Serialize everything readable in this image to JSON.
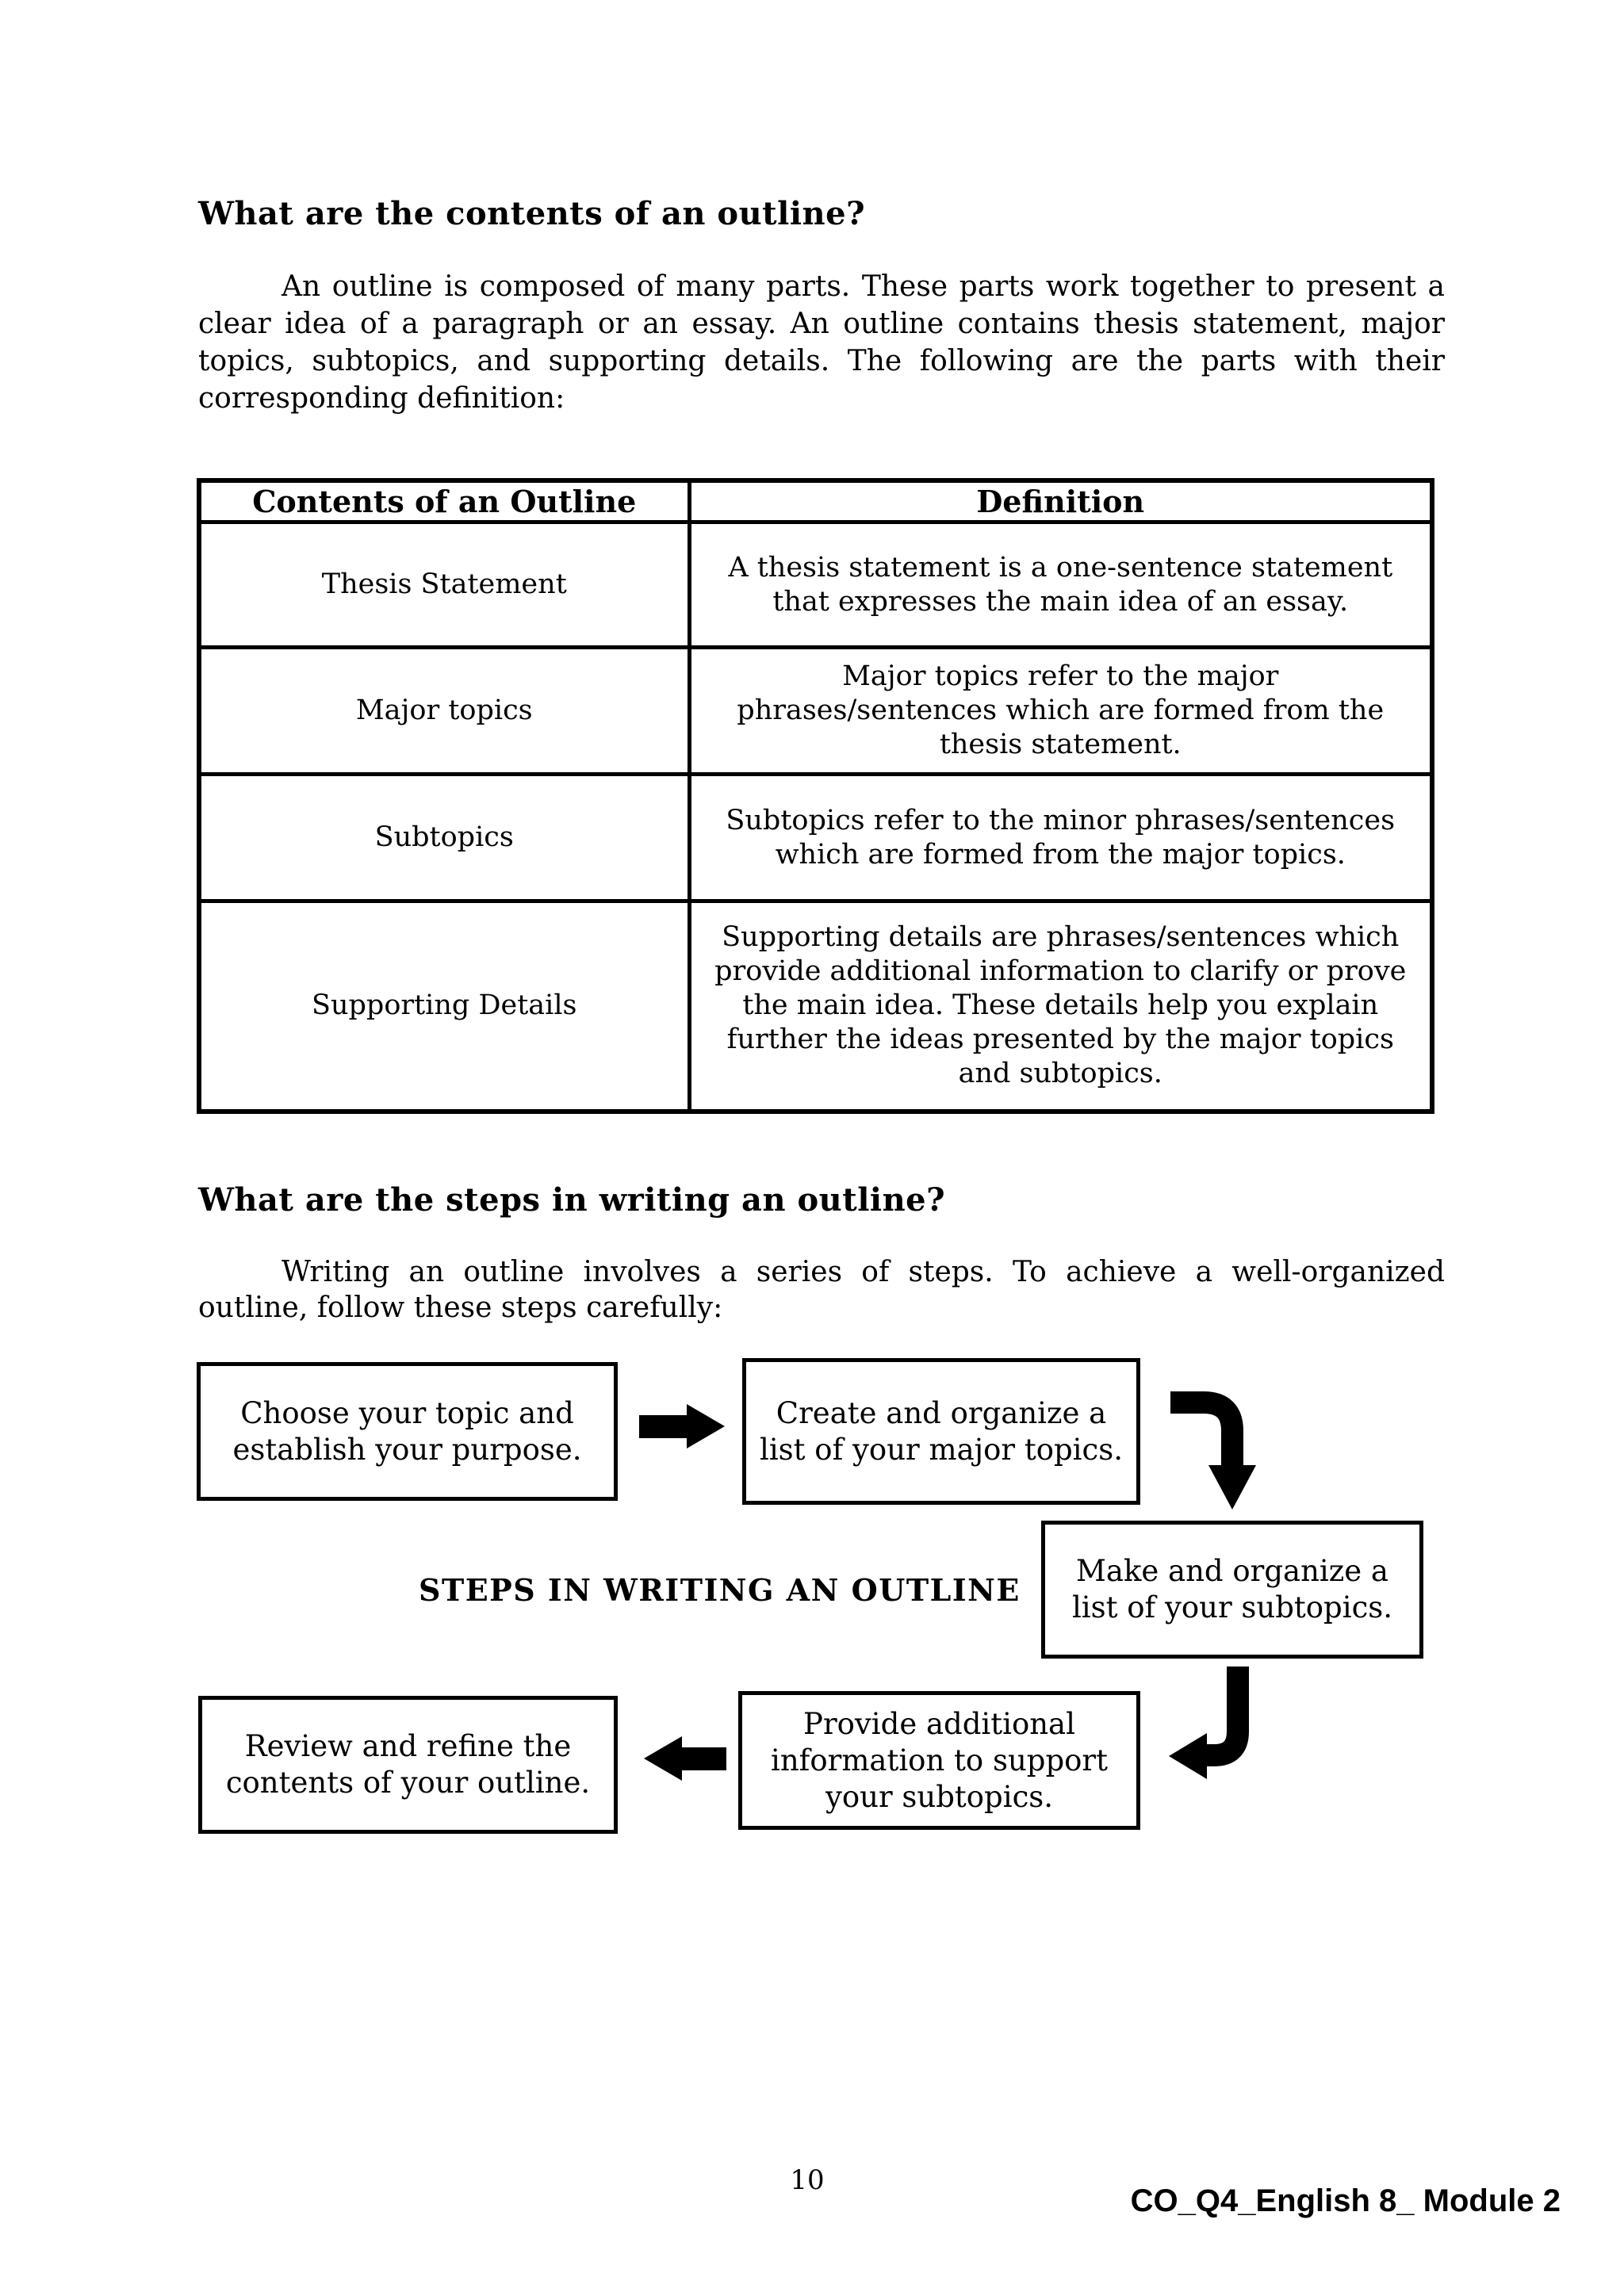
{
  "colors": {
    "ink": "#000000",
    "paper": "#ffffff"
  },
  "section1": {
    "heading": "What are the contents of an outline?",
    "paragraph_lines": [
      "An outline is composed of many parts. These parts work together to present a",
      "clear idea of a paragraph or an essay. An outline contains thesis statement, major",
      "topics, subtopics, and supporting details. The following are the parts with their",
      "corresponding definition:"
    ]
  },
  "table": {
    "headers": [
      "Contents of an Outline",
      "Definition"
    ],
    "rows": [
      {
        "term": "Thesis Statement",
        "definition_lines": [
          "A thesis statement is a one-sentence statement",
          "that expresses the main idea of an essay."
        ]
      },
      {
        "term": "Major topics",
        "definition_lines": [
          "Major topics refer to the major",
          "phrases/sentences which are formed from the",
          "thesis statement."
        ]
      },
      {
        "term": "Subtopics",
        "definition_lines": [
          "Subtopics refer to the minor phrases/sentences",
          "which are formed from the major topics."
        ]
      },
      {
        "term": "Supporting Details",
        "definition_lines": [
          "Supporting details are phrases/sentences which",
          "provide additional information to clarify or prove",
          "the main idea. These details help you explain",
          "further the ideas presented by the major topics",
          "and subtopics."
        ]
      }
    ]
  },
  "section2": {
    "heading": "What are the steps in writing an outline?",
    "paragraph_lines": [
      "Writing an outline involves a series of steps. To achieve a well-organized",
      "outline, follow these steps carefully:"
    ]
  },
  "flowchart": {
    "title": "STEPS IN WRITING AN OUTLINE",
    "steps": [
      {
        "lines": [
          "Choose your topic and",
          "establish your purpose."
        ]
      },
      {
        "lines": [
          "Create and organize a",
          "list of your major topics."
        ]
      },
      {
        "lines": [
          "Make and organize a",
          "list of your subtopics."
        ]
      },
      {
        "lines": [
          "Provide additional",
          "information to support",
          "your subtopics."
        ]
      },
      {
        "lines": [
          "Review and refine the",
          "contents of your outline."
        ]
      }
    ]
  },
  "footer": {
    "page_number": "10",
    "module_label": "CO_Q4_English 8_ Module 2"
  }
}
